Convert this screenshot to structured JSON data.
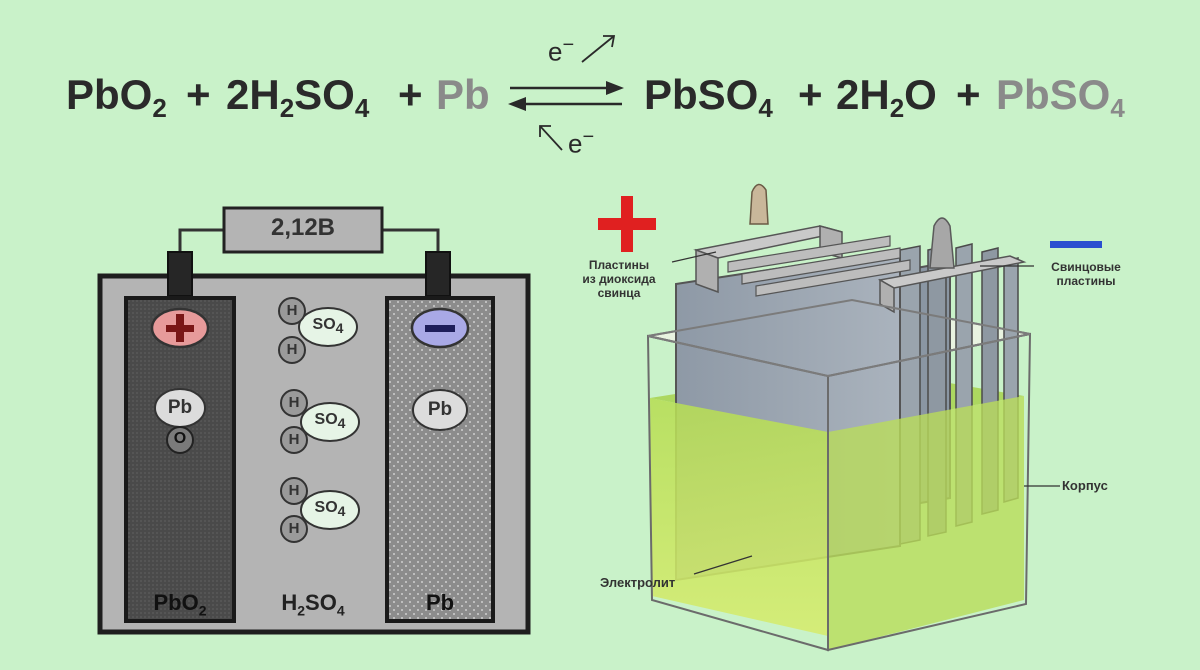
{
  "equation": {
    "left": {
      "pbo2": {
        "base": "PbO",
        "sub": "2"
      },
      "h2so4": {
        "coef": "2H",
        "sub1": "2",
        "mid": "SO",
        "sub2": "4"
      },
      "pb": "Pb"
    },
    "plus": "+",
    "right": {
      "pbso4": {
        "base": "PbSO",
        "sub": "4"
      },
      "h2o": {
        "coef": "2H",
        "sub": "2",
        "tail": "O"
      },
      "pbso4_gray": {
        "base": "PbSO",
        "sub": "4"
      }
    },
    "electron_top": {
      "e": "e",
      "sup": "−"
    },
    "electron_bottom": {
      "e": "e",
      "sup": "−"
    }
  },
  "left_diagram": {
    "voltmeter": "2,12В",
    "positive_sign": "+",
    "negative_sign": "−",
    "positive_plate": {
      "atom_pb": "Pb",
      "atom_o": "O",
      "label": {
        "base": "PbO",
        "sub": "2"
      }
    },
    "negative_plate": {
      "atom_pb": "Pb",
      "label": "Pb"
    },
    "electrolyte": {
      "h": "H",
      "so4": {
        "base": "SO",
        "sub": "4"
      },
      "label": {
        "h": "H",
        "sub1": "2",
        "mid": "SO",
        "sub2": "4"
      }
    }
  },
  "right_diagram": {
    "plus_sign": "+",
    "label_positive": [
      "Пластины",
      "из диоксида",
      "свинца"
    ],
    "label_negative": [
      "Свинцовые",
      "пластины"
    ],
    "label_case": "Корпус",
    "label_electrolyte": "Электролит",
    "colors": {
      "plus": "#e02020",
      "minus": "#2a4fd0"
    }
  }
}
